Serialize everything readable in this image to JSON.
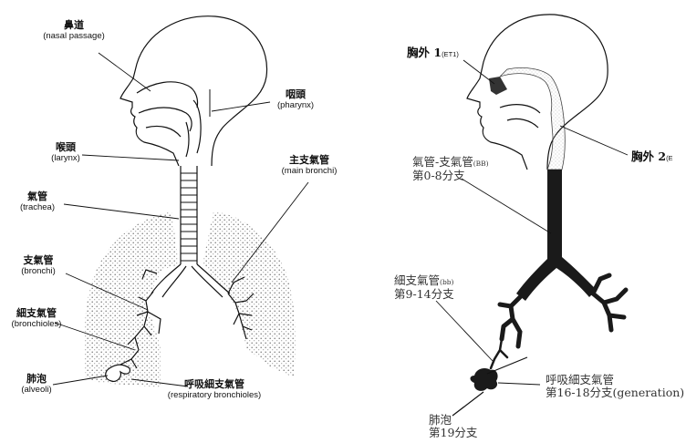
{
  "left_diagram": {
    "nasal_passage": {
      "zh": "鼻道",
      "en": "(nasal passage)"
    },
    "pharynx": {
      "zh": "咽頭",
      "en": "(pharynx)"
    },
    "larynx": {
      "zh": "喉頭",
      "en": "(larynx)"
    },
    "main_bronchi": {
      "zh": "主支氣管",
      "en": "(main bronchi)"
    },
    "trachea": {
      "zh": "氣管",
      "en": "(trachea)"
    },
    "bronchi": {
      "zh": "支氣管",
      "en": "(bronchi)"
    },
    "bronchioles": {
      "zh": "細支氣管",
      "en": "(bronchioles)"
    },
    "alveoli": {
      "zh": "肺泡",
      "en": "(alveoli)"
    },
    "respiratory_bronchioles": {
      "zh": "呼吸細支氣管",
      "en": "(respiratory bronchioles)"
    }
  },
  "right_diagram": {
    "et1": {
      "label": "胸外 1",
      "sub": "(ET1)"
    },
    "et2": {
      "label": "胸外 2",
      "sub": "(E"
    },
    "bb": {
      "line1": "氣管-支氣管",
      "sub": "(BB)",
      "line2": "第0-8分支"
    },
    "bb_small": {
      "line1": "細支氣管",
      "sub": "(bb)",
      "line2": "第9-14分支"
    },
    "resp_bronchioles": {
      "line1": "呼吸細支氣管",
      "line2": "第16-18分支(generation)"
    },
    "alveoli": {
      "line1": "肺泡",
      "line2": "第19分支"
    }
  },
  "colors": {
    "ink": "#111111",
    "stipple": "#888888",
    "shade": "#d8d8d8",
    "dark": "#1a1a1a"
  }
}
